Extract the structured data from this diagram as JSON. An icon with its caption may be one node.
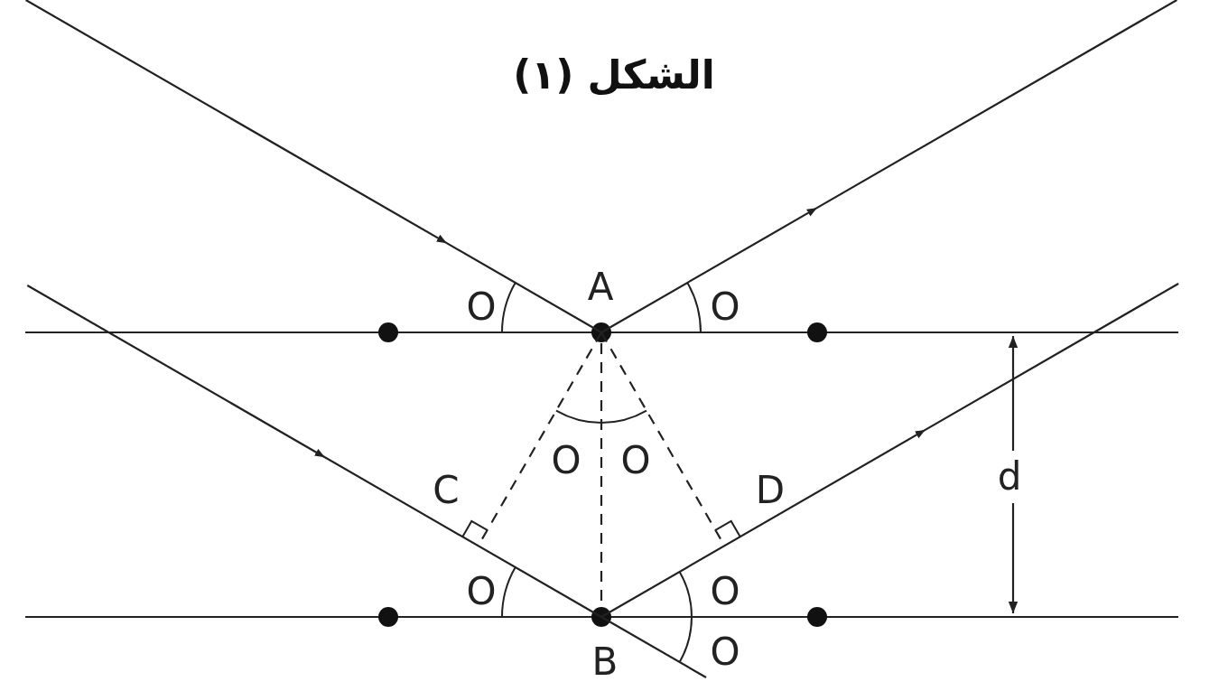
{
  "diagram": {
    "title": "الشكل (١)",
    "labels": [
      "A",
      "O",
      "O",
      "O",
      "O",
      "C",
      "D",
      "d",
      "O",
      "O",
      "B",
      "O"
    ]
  }
}
